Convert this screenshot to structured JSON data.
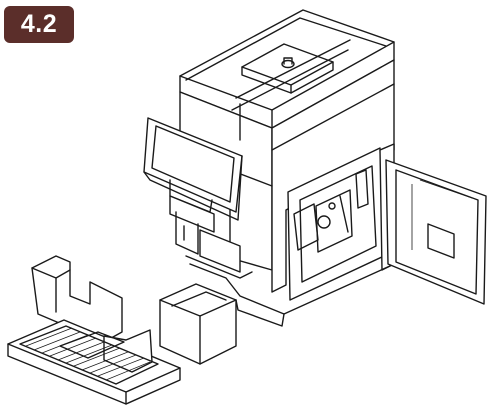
{
  "step_label": "4.2",
  "colors": {
    "badge_background": "#5b2e2a",
    "badge_text": "#ffffff",
    "line_art": "#1a1a1a",
    "background": "#ffffff"
  },
  "illustration": {
    "subject": "coffee-machine-with-open-side-door-and-removed-drip-tray",
    "parts": [
      "bean-container-lid",
      "machine-housing",
      "touchscreen-display",
      "coffee-outlet",
      "brewing-unit",
      "service-door",
      "drip-tray",
      "drip-grate",
      "grounds-container"
    ]
  }
}
